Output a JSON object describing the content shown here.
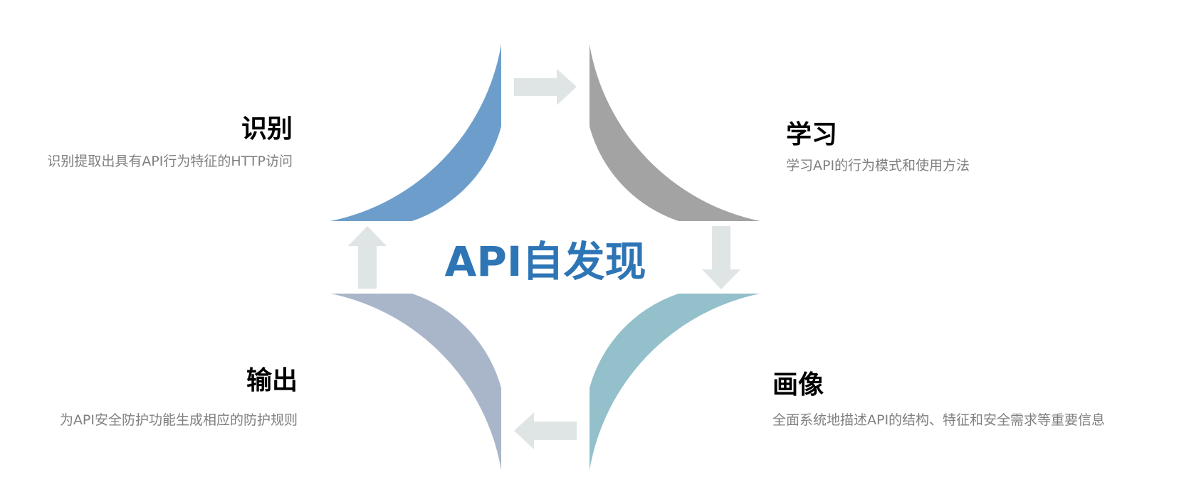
{
  "center_title": "API自发现",
  "colors": {
    "identify": "#6D9ECB",
    "learn": "#A3A3A3",
    "profile": "#93C0CA",
    "output": "#A9B6CA",
    "arrow": "#DEE5E4",
    "title": "#2E75B6",
    "side_title": "#000000",
    "side_desc": "#7F7F7F"
  },
  "stages": [
    {
      "id": "identify",
      "label": "识别",
      "title": "识别",
      "description": "识别提取出具有API行为特征的HTTP访问"
    },
    {
      "id": "learn",
      "label": "学习",
      "title": "学习",
      "description": "学习API的行为模式和使用方法"
    },
    {
      "id": "profile",
      "label": "画像",
      "title": "画像",
      "description": "全面系统地描述API的结构、特征和安全需求等重要信息"
    },
    {
      "id": "output",
      "label": "输出",
      "title": "输出",
      "description": "为API安全防护功能生成相应的防护规则"
    }
  ],
  "flow": [
    {
      "from": "identify",
      "to": "learn",
      "direction": "right"
    },
    {
      "from": "learn",
      "to": "profile",
      "direction": "down"
    },
    {
      "from": "profile",
      "to": "output",
      "direction": "left"
    },
    {
      "from": "output",
      "to": "identify",
      "direction": "up"
    }
  ]
}
